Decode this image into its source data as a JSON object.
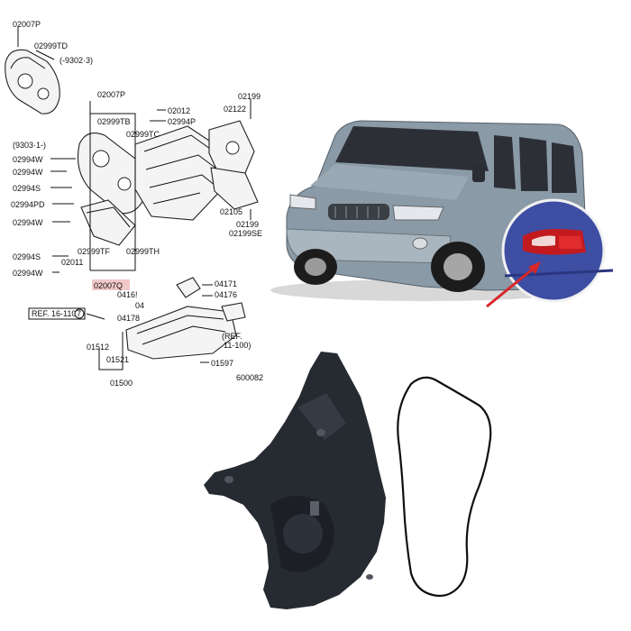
{
  "diagram": {
    "labels": {
      "p1": "02007P",
      "p2": "02999TD",
      "p3": "(-9302·3)",
      "p4": "02007P",
      "p5": "02999TB",
      "p6": "02012",
      "p7": "02994P",
      "p8": "02999TC",
      "p9": "02199",
      "p10": "02122",
      "p11": "(9303·1-)",
      "p12": "02994W",
      "p13": "02994W",
      "p14": "02994S",
      "p15": "02994PD",
      "p16": "02994W",
      "p17": "02105",
      "p18": "02199",
      "p19": "02199SE",
      "p20": "02994S",
      "p21": "02999TF",
      "p22": "02999TH",
      "p23": "02011",
      "p24": "02994W",
      "p25": "02007Q",
      "p26": "04171",
      "p27": "04176",
      "p28": "0416!",
      "p29": "04",
      "p30": "04178",
      "p31": "REF. 16-110",
      "p32": "7",
      "p33": "(REF.",
      "p34": "11-100)",
      "p35": "01512",
      "p36": "01521",
      "p37": "01597",
      "p38": "01500",
      "p39": "600082"
    },
    "highlight_color": "#f2c9c9"
  },
  "colors": {
    "van_body": "#8a9aa6",
    "inset_bg": "#3d4ea3",
    "arrow": "#d8262a",
    "cover": "#262a31",
    "gasket": "#0f0f0f"
  }
}
